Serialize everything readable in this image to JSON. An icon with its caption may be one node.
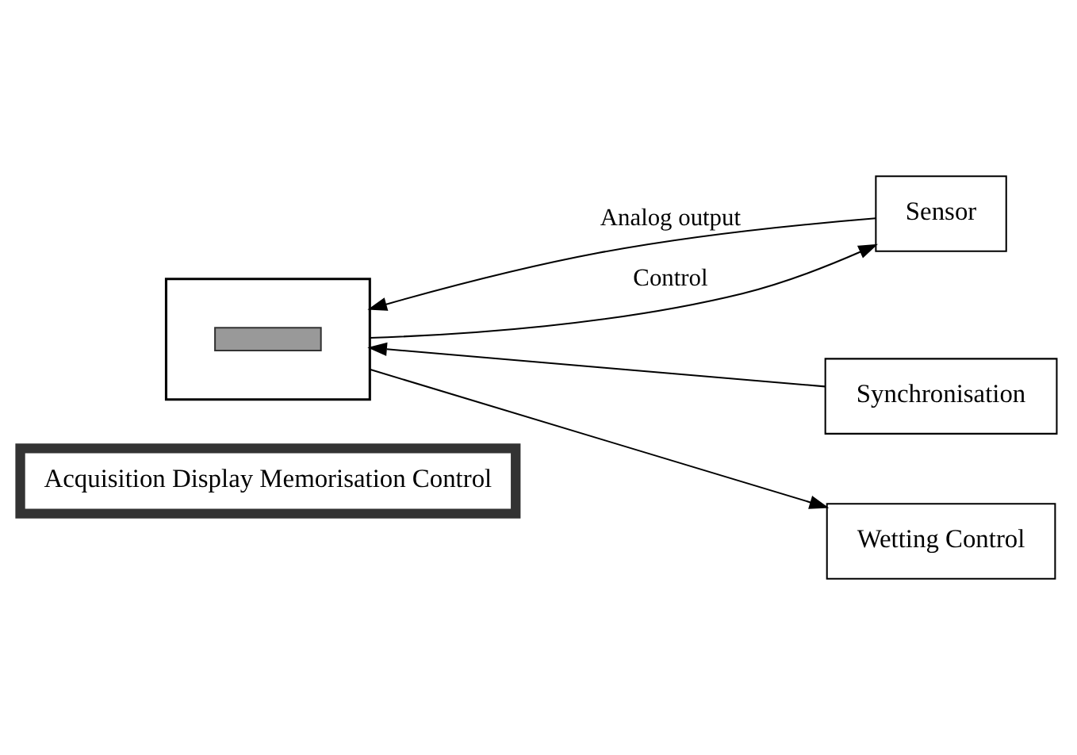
{
  "diagram": {
    "nodes": [
      {
        "text": [
          "Acquisition Display Memorisation Control"
        ]
      },
      {
        "text": [],
        "shape": "box"
      },
      {
        "text": [],
        "shape": "bar",
        "in": 1
      },
      {
        "text": [
          "Sensor"
        ]
      },
      {
        "text": [
          "Synchronisation"
        ]
      },
      {
        "text": [
          "Wetting Control"
        ]
      }
    ],
    "edges": [
      {
        "from": 3,
        "to": 1,
        "arrow": "to",
        "label": "Analog output"
      },
      {
        "from": 1,
        "to": 3,
        "arrow": "to",
        "label": "Control"
      },
      {
        "from": 4,
        "to": 1,
        "arrow": "to"
      },
      {
        "from": 1,
        "to": 5,
        "arrow": "to"
      }
    ]
  }
}
